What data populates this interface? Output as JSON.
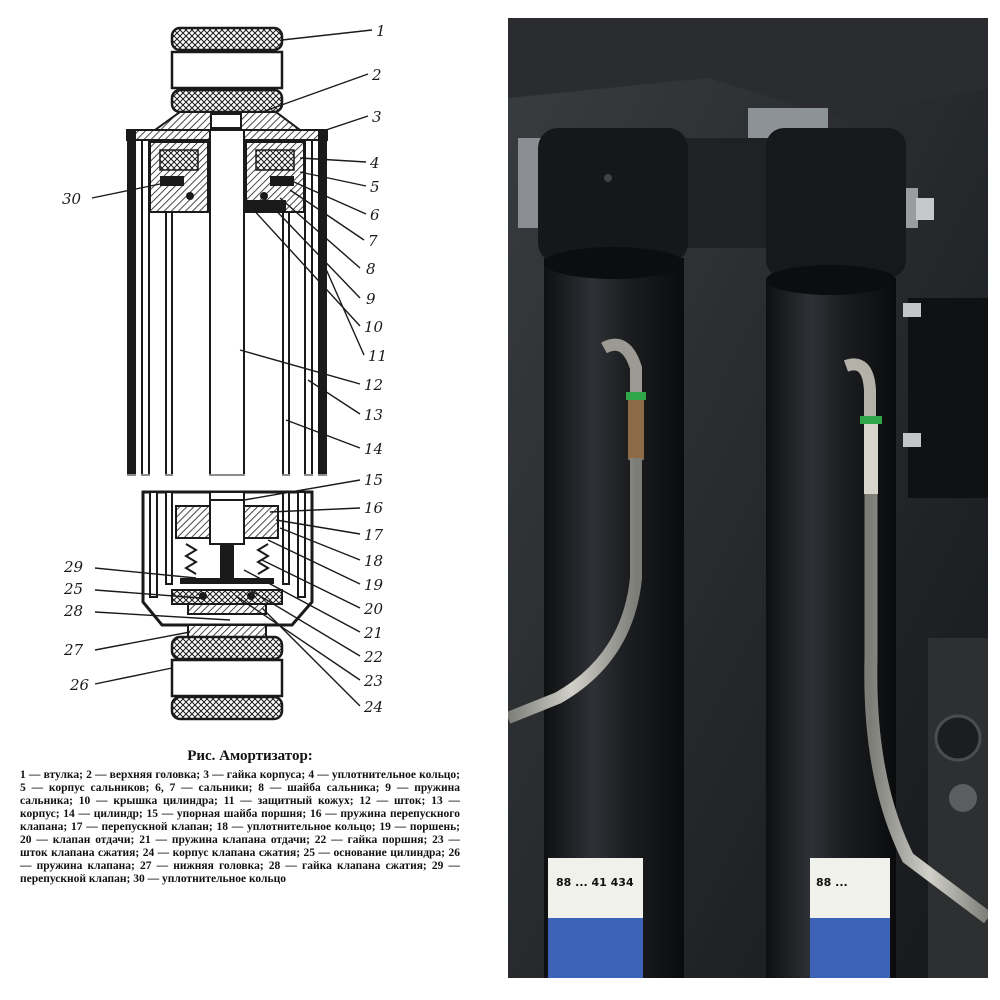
{
  "diagram": {
    "callouts": {
      "1": "1",
      "2": "2",
      "3": "3",
      "4": "4",
      "5": "5",
      "6": "6",
      "7": "7",
      "8": "8",
      "9": "9",
      "10": "10",
      "11": "11",
      "12": "12",
      "13": "13",
      "14": "14",
      "15": "15",
      "16": "16",
      "17": "17",
      "18": "18",
      "19": "19",
      "20": "20",
      "21": "21",
      "22": "22",
      "23": "23",
      "24": "24",
      "25": "25",
      "26": "26",
      "27": "27",
      "28": "28",
      "29": "29",
      "30": "30"
    }
  },
  "caption": {
    "title": "Рис. Амортизатор:",
    "legend": "1 — втулка; 2 — верхняя головка; 3 — гайка корпуса; 4 — уплотнительное кольцо; 5 — корпус сальников; 6, 7 — сальники; 8 — шайба сальника; 9 — пружина сальника; 10 — крышка цилиндра; 11 — защитный кожух; 12 — шток; 13 — корпус; 14 — цилиндр; 15 — упорная шайба поршня; 16 — пружина перепускного клапана; 17 — перепускной клапан; 18 — уплотнительное кольцо; 19 — поршень; 20 — клапан отдачи; 21 — пружина клапана отдачи; 22 — гайка поршня; 23 — шток клапана сжатия; 24 — корпус клапана сжатия; 25 — основание цилиндра; 26 — пружина клапана; 27 — нижняя головка; 28 — гайка клапана сжатия; 29 — перепускной клапан; 30 — уплотнительное кольцо"
  },
  "photo": {
    "labels": {
      "left": "88 ... 41 434",
      "right": "88 ..."
    }
  },
  "colors": {
    "ink": "#1a1a1a",
    "damper_body": "#1d1f22",
    "hose": "#a9a9a2",
    "green_ring": "#2fa64a"
  }
}
